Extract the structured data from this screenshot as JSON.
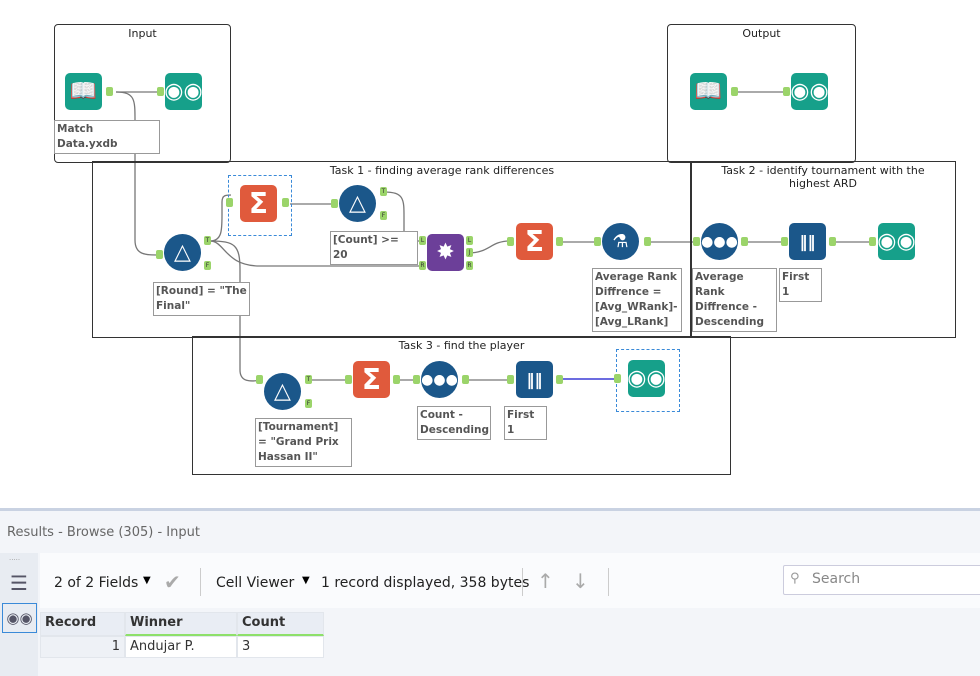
{
  "containers": {
    "input": "Input",
    "output": "Output",
    "task1": "Task 1 - finding average rank differences",
    "task2": "Task 2 - identify tournament with the highest ARD",
    "task3": "Task 3 - find the player"
  },
  "labels": {
    "input_file": "Match Data.yxdb",
    "filter_round": "[Round] = \"The Final\"",
    "filter_count": "[Count] >= 20",
    "formula": "Average Rank Diffrence = [Avg_WRank]-[Avg_LRank]",
    "sort_ard": "Average Rank Diffrence - Descending",
    "sample1": "First 1",
    "filter_tournament": "[Tournament] = \"Grand Prix Hassan II\"",
    "sort_count": "Count - Descending",
    "sample2": "First 1"
  },
  "anchors": {
    "true": "T",
    "false": "F",
    "left": "L",
    "join": "J",
    "right": "R"
  },
  "colors": {
    "input_tool": "#16a08a",
    "filter": "#1b578a",
    "summarize": "#e05a3c",
    "join": "#6c3f99",
    "connection_selected": "#3b3bd6"
  },
  "results": {
    "title": "Results - Browse (305) - Input",
    "fields": "2 of 2 Fields",
    "viewer": "Cell Viewer",
    "status": "1 record displayed, 358 bytes",
    "search_placeholder": "Search",
    "columns": [
      "Record",
      "Winner",
      "Count"
    ],
    "rows": [
      [
        "1",
        "Andujar P.",
        "3"
      ]
    ]
  }
}
